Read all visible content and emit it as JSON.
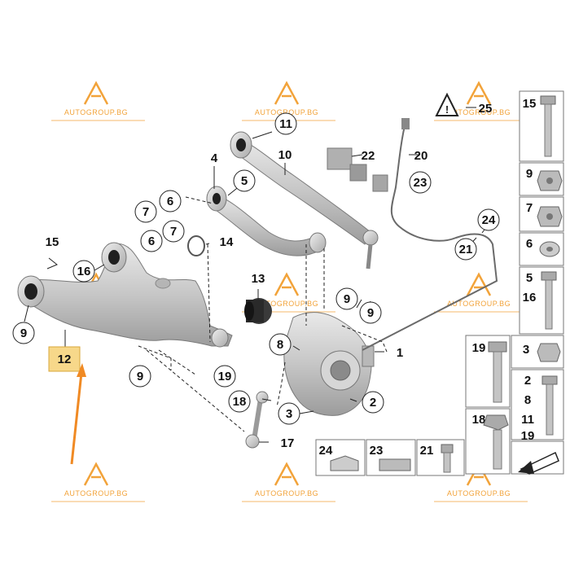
{
  "watermark": {
    "text": "AUTOGROUP.BG",
    "color": "#f2a33a"
  },
  "colors": {
    "highlight_fill": "#f7d88a",
    "highlight_stroke": "#d9a73b",
    "arrow": "#f08a24"
  },
  "highlighted_label": "12",
  "callouts": {
    "c1": "1",
    "c2": "2",
    "c3": "3",
    "c4": "4",
    "c5": "5",
    "c6a": "6",
    "c6b": "6",
    "c7a": "7",
    "c7b": "7",
    "c8": "8",
    "c9a": "9",
    "c9b": "9",
    "c9c": "9",
    "c9d": "9",
    "c10": "10",
    "c11": "11",
    "c13": "13",
    "c14": "14",
    "c15": "15",
    "c16": "16",
    "c17": "17",
    "c18": "18",
    "c19": "19",
    "c20": "20",
    "c21": "21",
    "c22": "22",
    "c23": "23",
    "c24": "24",
    "c25": "25"
  },
  "side_table": {
    "r1": "15",
    "r2": "9",
    "r3": "7",
    "r4": "6",
    "r5a": "5",
    "r5b": "16",
    "r6a": "19",
    "r6b": "3",
    "r7a": "2",
    "r7b": "8",
    "r7c": "11",
    "r7d": "19",
    "r8": "18"
  },
  "bottom_table": {
    "b1": "24",
    "b2": "23",
    "b3": "21"
  },
  "icons": {
    "warning": "warning-triangle-icon",
    "arrow": "direction-arrow-icon"
  }
}
